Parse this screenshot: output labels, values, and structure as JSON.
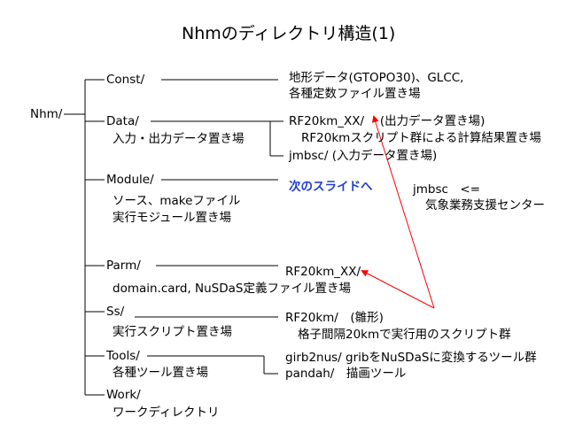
{
  "title": "Nhmのディレクトリ構造(1)",
  "root": "Nhm/",
  "const": {
    "name": "Const/",
    "desc1": "地形データ(GTOPO30)、GLCC,",
    "desc2": "各種定数ファイル置き場"
  },
  "data": {
    "name": "Data/",
    "desc": "入力・出力データ置き場",
    "rf_line": "RF20km_XX/ 　(出力データ置き場)",
    "rf_desc": "RF20kmスクリプト群による計算結果置き場",
    "jmbsc": "jmbsc/ (入力データ置き場)"
  },
  "module": {
    "name": "Module/",
    "desc1": "ソース、makeファイル",
    "desc2": "実行モジュール置き場",
    "next": "次のスライドへ",
    "jmbsc_note": "jmbsc　<=",
    "jmbsc_src": "気象業務支援センター"
  },
  "parm": {
    "name": "Parm/",
    "desc": "domain.card, NuSDaS定義ファイル置き場",
    "rf": "RF20km_XX/"
  },
  "ss": {
    "name": "Ss/",
    "desc": "実行スクリプト置き場",
    "rf": "RF20km/　(雛形)",
    "rf_desc": "格子間隔20kmで実行用のスクリプト群"
  },
  "tools": {
    "name": "Tools/",
    "desc": "各種ツール置き場",
    "girb": "girb2nus/ gribをNuSDaSに変換するツール群",
    "pandah": "pandah/　描画ツール"
  },
  "work": {
    "name": "Work/",
    "desc": "ワークディレクトリ"
  },
  "colors": {
    "arrow": "#ff0000",
    "link": "#1f3fd0",
    "line": "#000000"
  }
}
